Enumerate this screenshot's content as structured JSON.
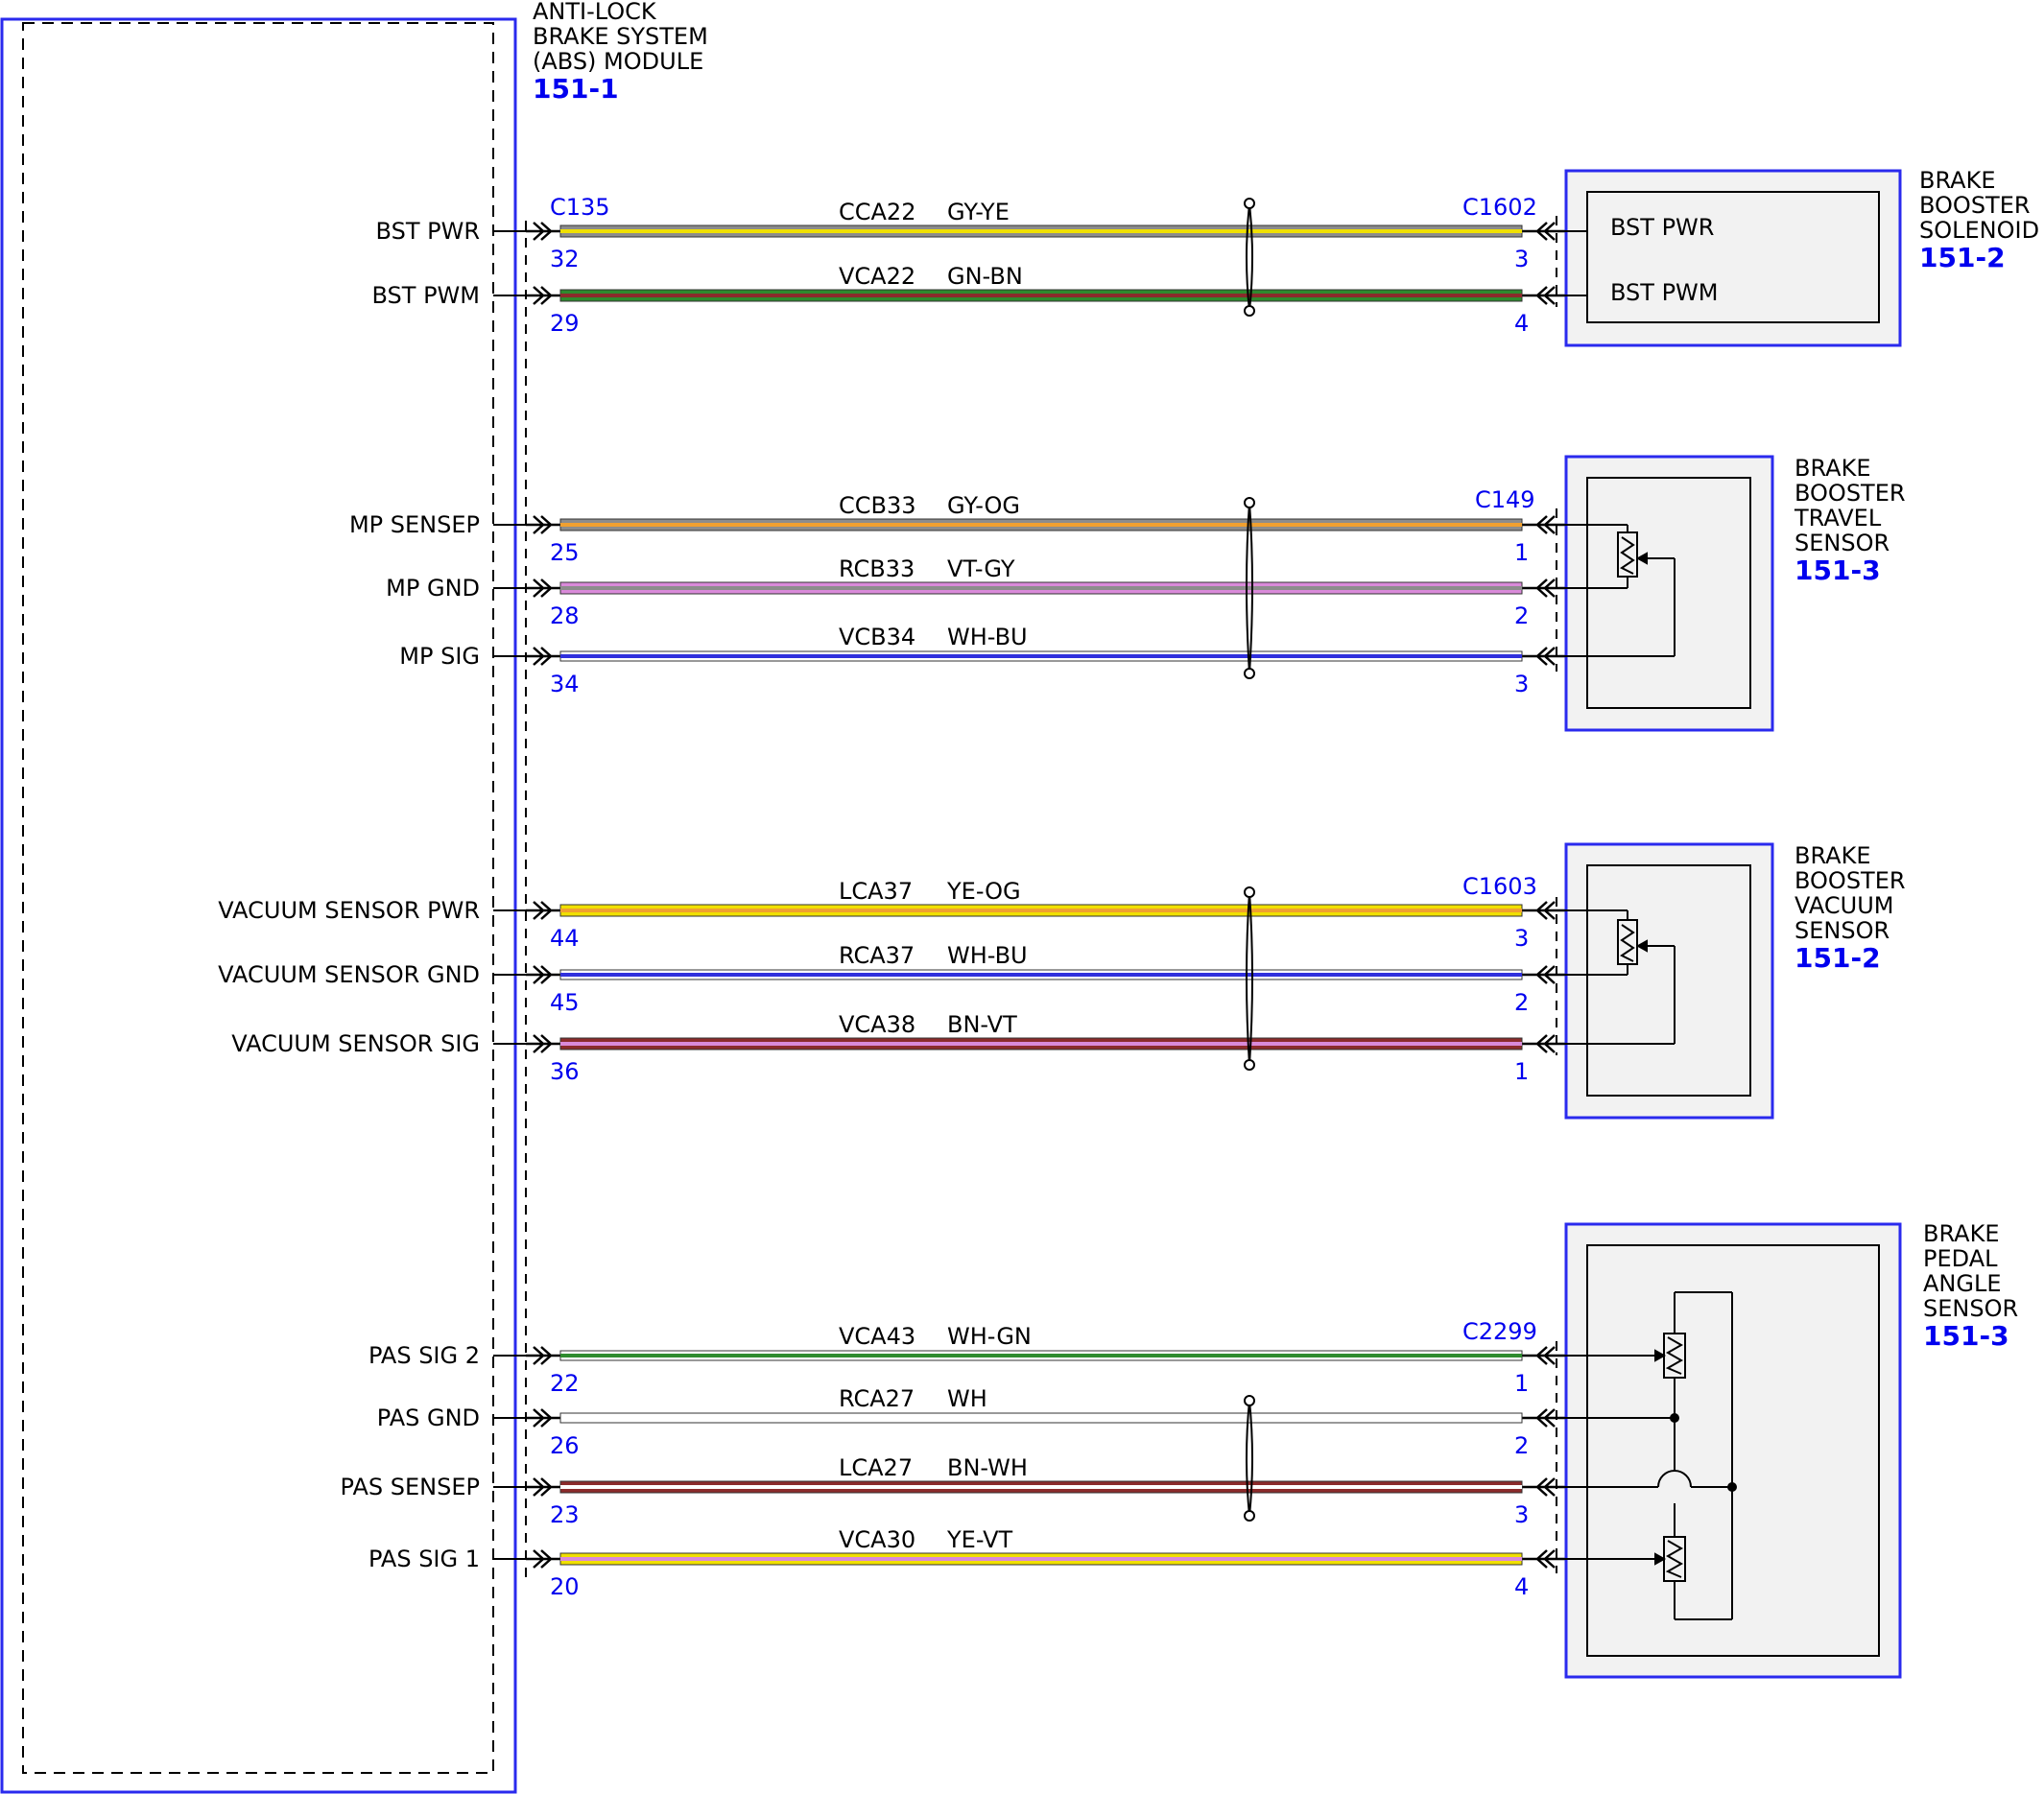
{
  "colors": {
    "module_border": "#2a2aee",
    "pin_number": "#0000ee",
    "component_fill": "#f2f2f2",
    "GY": "#8c8c8c",
    "YE": "#f0e000",
    "GN": "#2e8b2e",
    "BN": "#8b2b2b",
    "OG": "#f0a030",
    "VT": "#d98ad9",
    "WH": "#ffffff",
    "BU": "#3030dd"
  },
  "abs_module": {
    "title_lines": [
      "ANTI-LOCK",
      "BRAKE SYSTEM",
      "(ABS) MODULE"
    ],
    "ref": "151-1",
    "connector": "C135"
  },
  "components": [
    {
      "id": "solenoid",
      "title_lines": [
        "BRAKE",
        "BOOSTER",
        "SOLENOID"
      ],
      "ref": "151-2",
      "connector": "C1602",
      "inner_labels": [
        "BST PWR",
        "BST PWM"
      ]
    },
    {
      "id": "travel",
      "title_lines": [
        "BRAKE",
        "BOOSTER",
        "TRAVEL",
        "SENSOR"
      ],
      "ref": "151-3",
      "connector": "C149"
    },
    {
      "id": "vacuum",
      "title_lines": [
        "BRAKE",
        "BOOSTER",
        "VACUUM",
        "SENSOR"
      ],
      "ref": "151-2",
      "connector": "C1603"
    },
    {
      "id": "pedal",
      "title_lines": [
        "BRAKE",
        "PEDAL",
        "ANGLE",
        "SENSOR"
      ],
      "ref": "151-3",
      "connector": "C2299"
    }
  ],
  "wires": [
    {
      "signal": "BST PWR",
      "circuit": "CCA22",
      "color": "GY-YE",
      "pin_left": "32",
      "pin_right": "3"
    },
    {
      "signal": "BST PWM",
      "circuit": "VCA22",
      "color": "GN-BN",
      "pin_left": "29",
      "pin_right": "4"
    },
    {
      "signal": "MP SENSEP",
      "circuit": "CCB33",
      "color": "GY-OG",
      "pin_left": "25",
      "pin_right": "1"
    },
    {
      "signal": "MP GND",
      "circuit": "RCB33",
      "color": "VT-GY",
      "pin_left": "28",
      "pin_right": "2"
    },
    {
      "signal": "MP SIG",
      "circuit": "VCB34",
      "color": "WH-BU",
      "pin_left": "34",
      "pin_right": "3"
    },
    {
      "signal": "VACUUM SENSOR PWR",
      "circuit": "LCA37",
      "color": "YE-OG",
      "pin_left": "44",
      "pin_right": "3"
    },
    {
      "signal": "VACUUM SENSOR GND",
      "circuit": "RCA37",
      "color": "WH-BU",
      "pin_left": "45",
      "pin_right": "2"
    },
    {
      "signal": "VACUUM SENSOR SIG",
      "circuit": "VCA38",
      "color": "BN-VT",
      "pin_left": "36",
      "pin_right": "1"
    },
    {
      "signal": "PAS SIG 2",
      "circuit": "VCA43",
      "color": "WH-GN",
      "pin_left": "22",
      "pin_right": "1"
    },
    {
      "signal": "PAS GND",
      "circuit": "RCA27",
      "color": "WH",
      "pin_left": "26",
      "pin_right": "2"
    },
    {
      "signal": "PAS SENSEP",
      "circuit": "LCA27",
      "color": "BN-WH",
      "pin_left": "23",
      "pin_right": "3"
    },
    {
      "signal": "PAS SIG 1",
      "circuit": "VCA30",
      "color": "YE-VT",
      "pin_left": "20",
      "pin_right": "4"
    }
  ]
}
